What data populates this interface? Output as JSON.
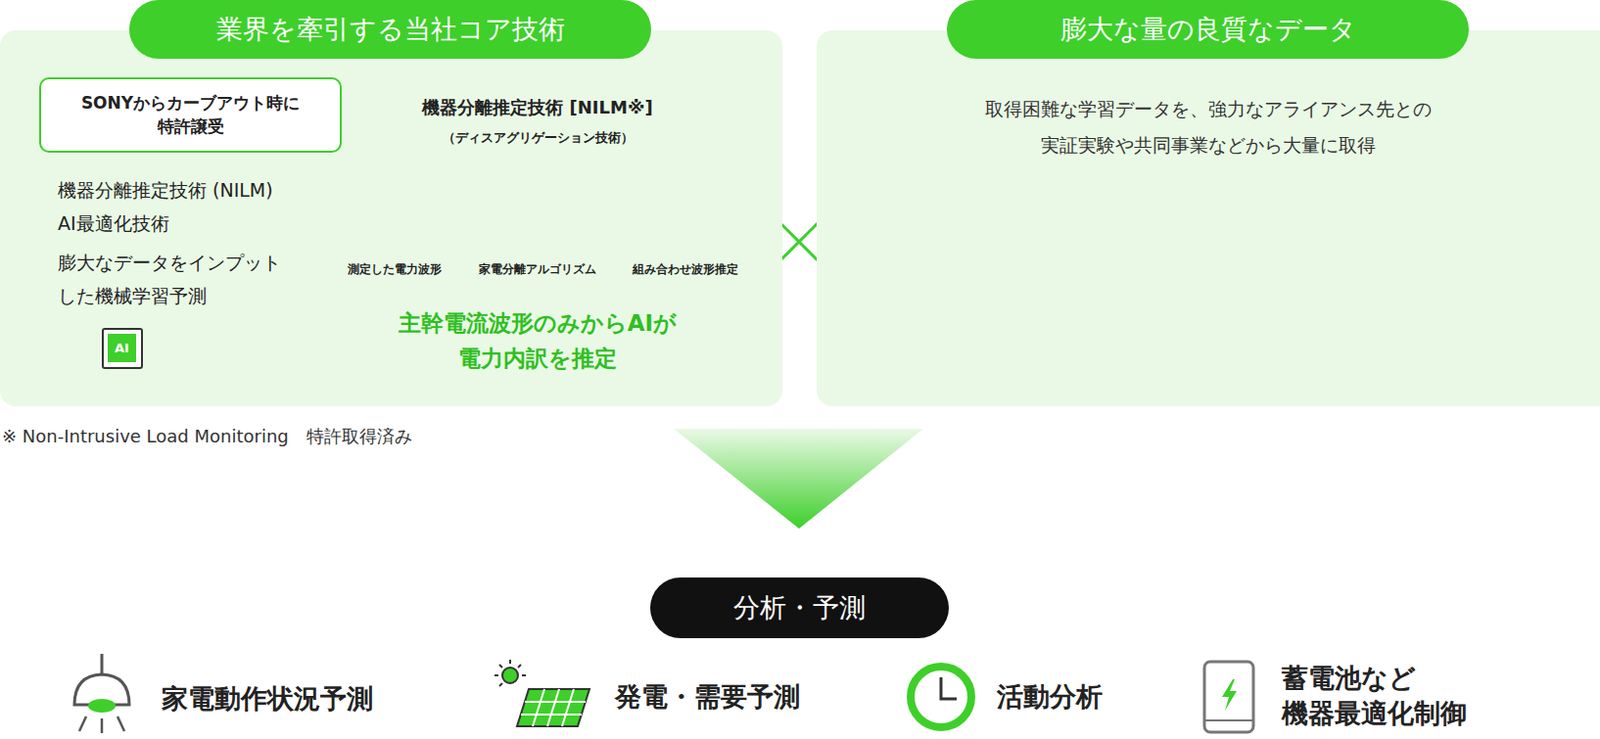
{
  "diagram": {
    "nodes": [
      {
        "text": [
          "業界を牽引する当社コア技術"
        ]
      },
      {
        "text": [
          "SONYからカーブアウト時に 特許譲受"
        ],
        "in": 0
      },
      {
        "text": [
          "AI"
        ],
        "in": 0
      },
      {
        "text": [
          "膨大な量の良質なデータ",
          "取得困難な学習データを、強力なアライアンス先との 実証実験や共同事業などから大量に取得"
        ]
      },
      {
        "text": [
          "分析・予測"
        ]
      }
    ],
    "labels": [
      "機器分離推定技術 (NILM)",
      "AI最適化技術",
      "膨大なデータをインプット した機械学習予測",
      "機器分離推定技術 [NILM※]",
      "（ディスアグリゲーション技術）",
      "測定した電力波形",
      "家電分離アルゴリズム",
      "組み合わせ波形推定",
      "主幹電流波形のみからAIが 電力内訳を推定",
      "※ Non-Intrusive Load Monitoring　特許取得済み",
      "家電動作状況予測",
      "発電・需要予測",
      "活動分析",
      "蓄電池など 機器最適化制御"
    ]
  }
}
